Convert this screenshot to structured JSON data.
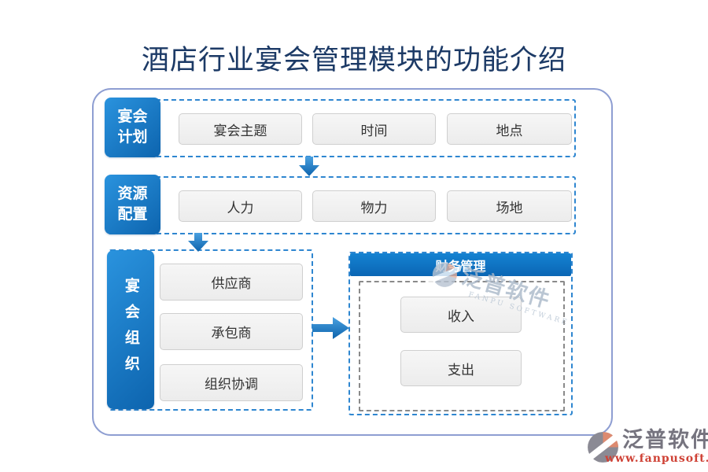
{
  "title": "酒店行业宴会管理模块的功能介绍",
  "colors": {
    "accent_blue": "#1878c8",
    "dashed_border_blue": "#2e86d0",
    "inner_dashed_gray": "#8a8a8a",
    "title_navy": "#1c3a66",
    "item_box_gray": "#efefef",
    "logo_text_gray": "#76747f",
    "logo_url_red": "#cf4236"
  },
  "banquet_plan": {
    "label_line1": "宴会",
    "label_line2": "计划",
    "items": [
      "宴会主题",
      "时间",
      "地点"
    ]
  },
  "resource_allocation": {
    "label_line1": "资源",
    "label_line2": "配置",
    "items": [
      "人力",
      "物力",
      "场地"
    ]
  },
  "banquet_organization": {
    "label": "宴会组织",
    "items": [
      "供应商",
      "承包商",
      "组织协调"
    ]
  },
  "finance": {
    "header": "财务管理",
    "items": [
      "收入",
      "支出"
    ]
  },
  "watermark": {
    "brand": "泛普软件",
    "subtitle": "FANPU SOFTWARE"
  },
  "footer": {
    "brand": "泛普软件",
    "url": "www.fanpusoft.com"
  }
}
